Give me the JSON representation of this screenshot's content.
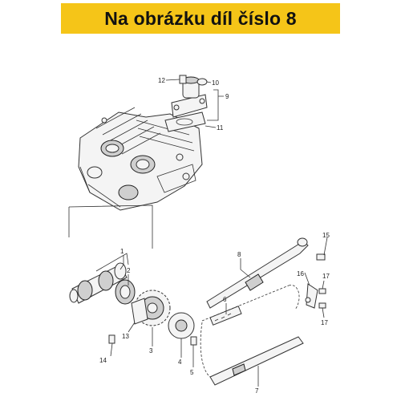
{
  "banner": {
    "text": "Na obrázku díl číslo 8",
    "color": "#f5c518"
  },
  "callouts": {
    "c1": "1",
    "c2": "2",
    "c3": "3",
    "c4": "4",
    "c5": "5",
    "c6": "6",
    "c7": "7",
    "c8": "8",
    "c9": "9",
    "c10": "10",
    "c11": "11",
    "c12": "12",
    "c13": "13",
    "c14": "14",
    "c15": "15",
    "c16": "16",
    "c17a": "17",
    "c17b": "17"
  }
}
